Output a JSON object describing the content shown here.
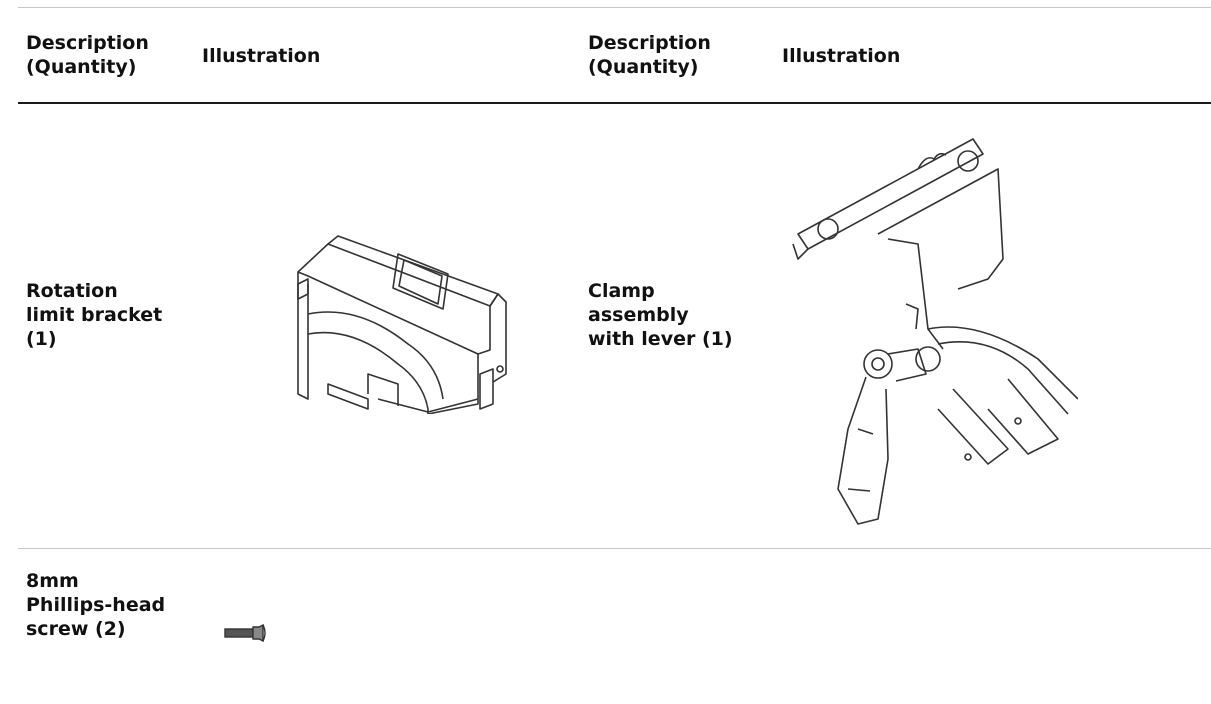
{
  "header": {
    "col1": [
      "Description",
      "(Quantity)"
    ],
    "col2": "Illustration",
    "col3": [
      "Description",
      "(Quantity)"
    ],
    "col4": "Illustration"
  },
  "rows": [
    {
      "description": [
        "Rotation",
        "limit bracket",
        "(1)"
      ],
      "illustration": "rotation-limit-bracket-drawing",
      "description_right": [
        "Clamp",
        "assembly",
        "with lever (1)"
      ],
      "illustration_right": "clamp-assembly-drawing"
    },
    {
      "description": [
        "8mm",
        "Phillips-head",
        "screw (2)"
      ],
      "illustration": "phillips-screw-drawing"
    }
  ]
}
